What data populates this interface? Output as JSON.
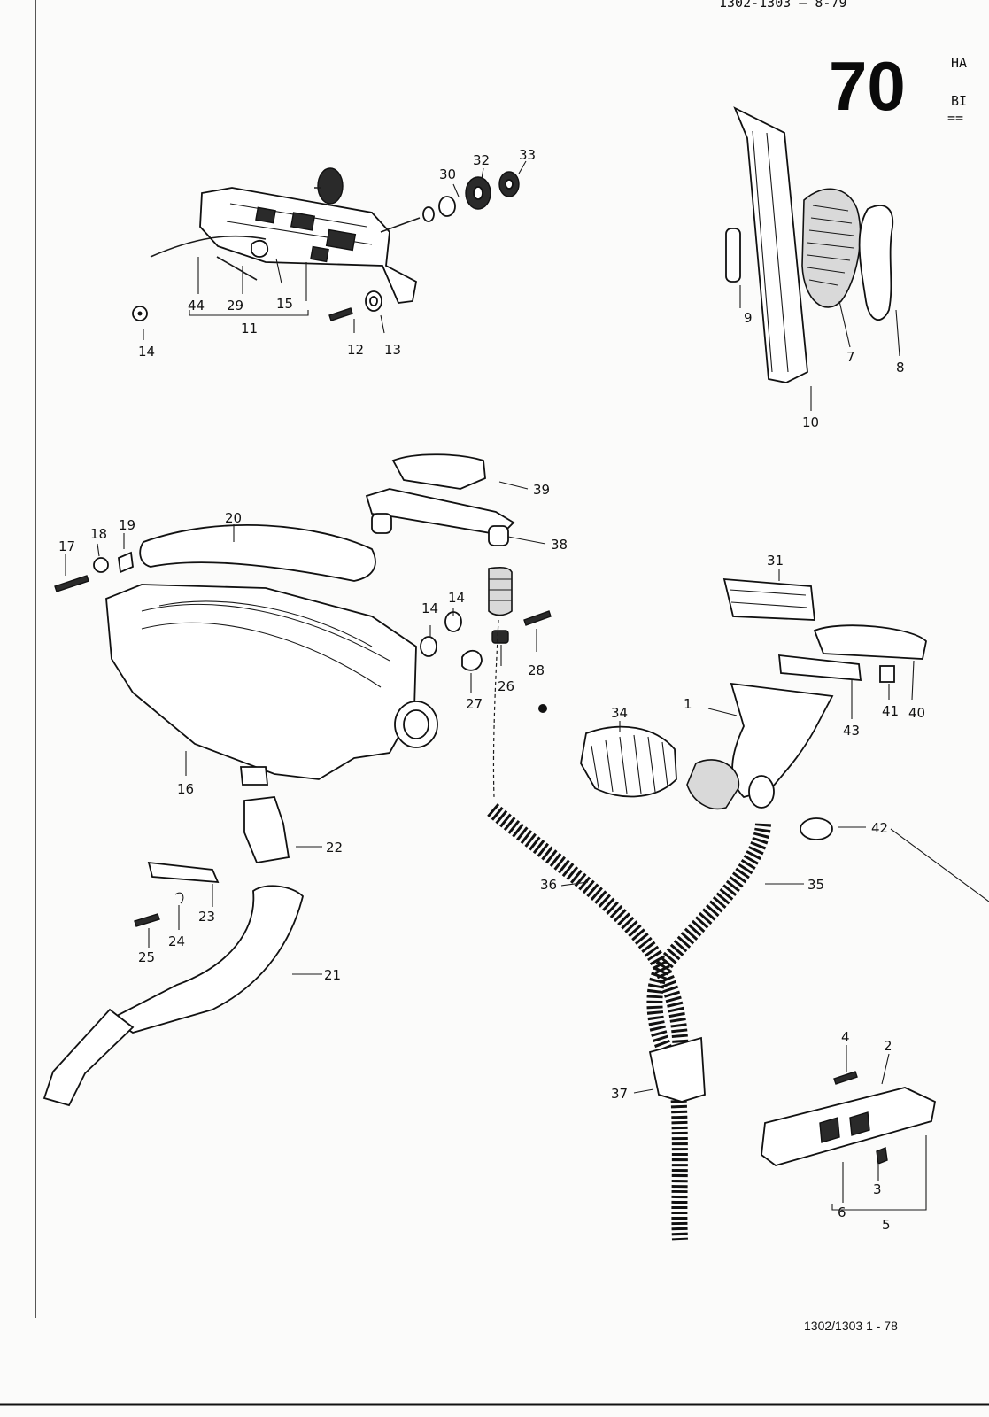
{
  "header": {
    "top_ref": "1302-1303 — 8-79",
    "page_number": "70",
    "title_1": "HA",
    "title_2": "BI",
    "title_underline": "=="
  },
  "footer": {
    "ref": "1302/1303  1 - 78"
  },
  "callouts": {
    "c1": "1",
    "c2": "2",
    "c3": "3",
    "c4": "4",
    "c5": "5",
    "c6": "6",
    "c7": "7",
    "c8": "8",
    "c9": "9",
    "c10": "10",
    "c11": "11",
    "c12": "12",
    "c13": "13",
    "c14a": "14",
    "c14b": "14",
    "c14c": "14",
    "c15": "15",
    "c16": "16",
    "c17": "17",
    "c18": "18",
    "c19": "19",
    "c20": "20",
    "c21": "21",
    "c22": "22",
    "c23": "23",
    "c24": "24",
    "c25": "25",
    "c26": "26",
    "c27": "27",
    "c28": "28",
    "c29": "29",
    "c30": "30",
    "c31": "31",
    "c32": "32",
    "c33": "33",
    "c34": "34",
    "c35": "35",
    "c36": "36",
    "c37": "37",
    "c38": "38",
    "c39": "39",
    "c40": "40",
    "c41": "41",
    "c42": "42",
    "c43": "43",
    "c44": "44"
  }
}
